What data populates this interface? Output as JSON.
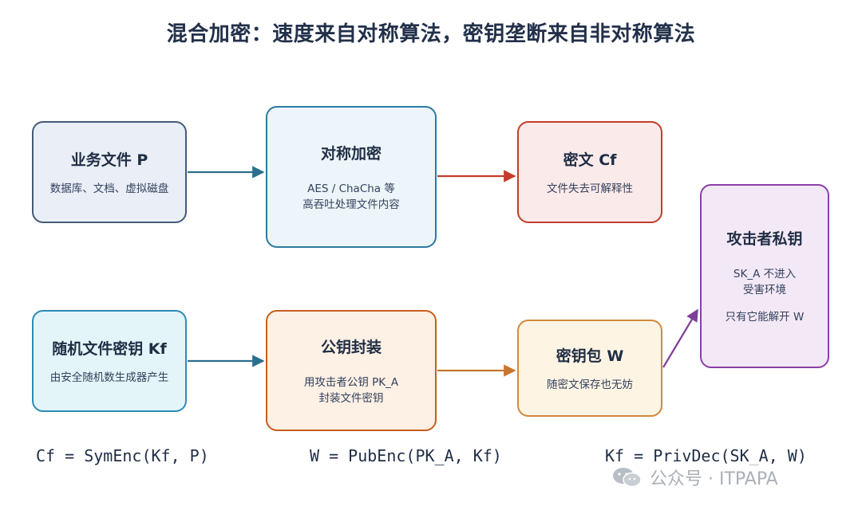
{
  "title": "混合加密：速度来自对称算法，密钥垄断来自非对称算法",
  "boxes": {
    "plaintext": {
      "head": "业务文件 P",
      "sub": "数据库、文档、虚拟磁盘"
    },
    "symmetric": {
      "head": "对称加密",
      "sub_line1": "AES / ChaCha 等",
      "sub_line2": "高吞吐处理文件内容"
    },
    "ciphertext": {
      "head": "密文 Cf",
      "sub": "文件失去可解释性"
    },
    "file_key": {
      "head": "随机文件密钥 Kf",
      "sub": "由安全随机数生成器产生"
    },
    "public_wrap": {
      "head": "公钥封装",
      "sub_line1": "用攻击者公钥 PK_A",
      "sub_line2": "封装文件密钥"
    },
    "key_package": {
      "head": "密钥包 W",
      "sub": "随密文保存也无妨"
    },
    "attacker_private_key": {
      "head": "攻击者私钥",
      "sub_line1": "SK_A 不进入",
      "sub_line2": "受害环境",
      "sub_line3": "只有它能解开 W"
    }
  },
  "formulas": {
    "sym_enc": "Cf = SymEnc(Kf, P)",
    "pub_enc": "W = PubEnc(PK_A, Kf)",
    "priv_dec": "Kf = PrivDec(SK_A, W)"
  },
  "watermark": "公众号 · ITPAPA",
  "colors": {
    "arrow_blue": "#2b6f8e",
    "arrow_red": "#c43d2b",
    "arrow_orange": "#c9752e",
    "arrow_purple": "#7e3f99"
  }
}
